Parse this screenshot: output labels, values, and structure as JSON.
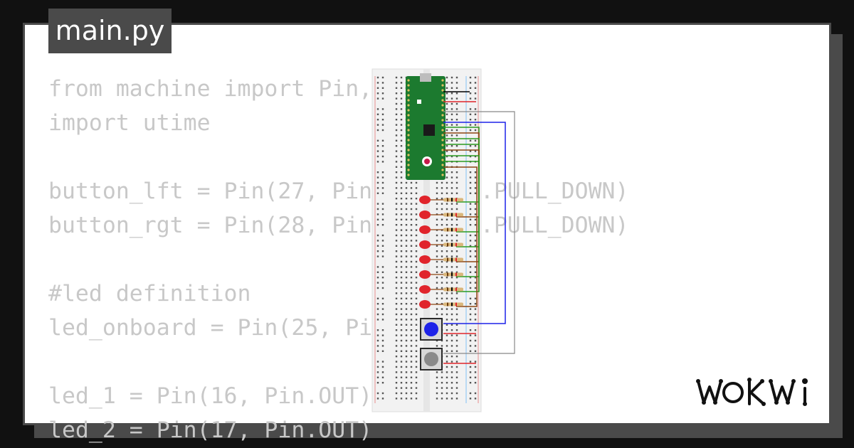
{
  "tab": {
    "filename": "main.py"
  },
  "editor": {
    "lines": [
      "from machine import Pin,",
      "import utime",
      "",
      "button_lft = Pin(27, Pin.IN, Pin.PULL_DOWN)",
      "button_rgt = Pin(28, Pin.IN, Pin.PULL_DOWN)",
      "",
      "#led definition",
      "led_onboard = Pin(25, Pin.OUT)",
      "",
      "led_1 = Pin(16, Pin.OUT)",
      "led_2 = Pin(17, Pin.OUT)"
    ]
  },
  "circuit": {
    "leds": {
      "count": 8,
      "color": "#e0242b"
    },
    "buttons": [
      {
        "cap_color": "#1d22e8"
      },
      {
        "cap_color": "#8a8a8a"
      }
    ],
    "wire_colors": [
      "#2b9a1f",
      "#8b4513",
      "#1d22e8",
      "#888888",
      "#e0242b",
      "#000000"
    ],
    "board_color": "#1c7a2f"
  },
  "brand": {
    "name": "WOKWI"
  }
}
